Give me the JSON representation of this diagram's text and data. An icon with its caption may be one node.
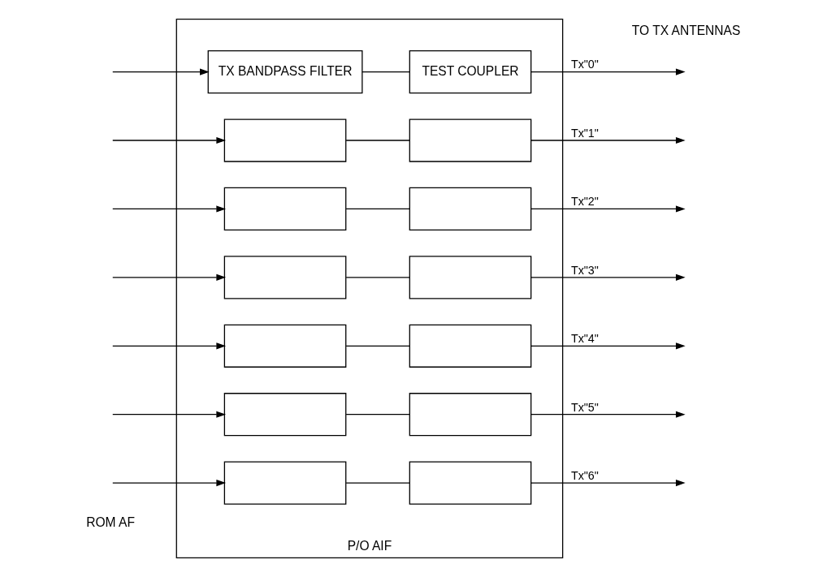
{
  "diagram": {
    "nodes": [
      {
        "text": [
          "P/O AIF"
        ]
      },
      {
        "text": [
          "TX BANDPASS FILTER"
        ],
        "in": 0
      },
      {
        "text": [
          "TEST COUPLER"
        ],
        "in": 0
      },
      {
        "text": [],
        "shape": "box",
        "in": 0
      },
      {
        "text": [],
        "shape": "box",
        "in": 0
      },
      {
        "text": [],
        "shape": "box",
        "in": 0
      },
      {
        "text": [],
        "shape": "box",
        "in": 0
      },
      {
        "text": [],
        "shape": "box",
        "in": 0
      },
      {
        "text": [],
        "shape": "box",
        "in": 0
      },
      {
        "text": [],
        "shape": "box",
        "in": 0
      },
      {
        "text": [],
        "shape": "box",
        "in": 0
      },
      {
        "text": [],
        "shape": "box",
        "in": 0
      },
      {
        "text": [],
        "shape": "box",
        "in": 0
      },
      {
        "text": [],
        "shape": "box",
        "in": 0
      },
      {
        "text": [],
        "shape": "box",
        "in": 0
      }
    ],
    "edges": [
      {
        "from": null,
        "to": 1,
        "arrow": "to"
      },
      {
        "from": 1,
        "to": 2,
        "arrow": "none"
      },
      {
        "from": 2,
        "to": null,
        "arrow": "to",
        "label": "Tx\"0\""
      },
      {
        "from": null,
        "to": 3,
        "arrow": "to"
      },
      {
        "from": 3,
        "to": 4,
        "arrow": "none"
      },
      {
        "from": 4,
        "to": null,
        "arrow": "to",
        "label": "Tx\"1\""
      },
      {
        "from": null,
        "to": 5,
        "arrow": "to"
      },
      {
        "from": 5,
        "to": 6,
        "arrow": "none"
      },
      {
        "from": 6,
        "to": null,
        "arrow": "to",
        "label": "Tx\"2\""
      },
      {
        "from": null,
        "to": 7,
        "arrow": "to"
      },
      {
        "from": 7,
        "to": 8,
        "arrow": "none"
      },
      {
        "from": 8,
        "to": null,
        "arrow": "to",
        "label": "Tx\"3\""
      },
      {
        "from": null,
        "to": 9,
        "arrow": "to"
      },
      {
        "from": 9,
        "to": 10,
        "arrow": "none"
      },
      {
        "from": 10,
        "to": null,
        "arrow": "to",
        "label": "Tx\"4\""
      },
      {
        "from": null,
        "to": 11,
        "arrow": "to"
      },
      {
        "from": 11,
        "to": 12,
        "arrow": "none"
      },
      {
        "from": 12,
        "to": null,
        "arrow": "to",
        "label": "Tx\"5\""
      },
      {
        "from": null,
        "to": 13,
        "arrow": "to"
      },
      {
        "from": 13,
        "to": 14,
        "arrow": "none"
      },
      {
        "from": 14,
        "to": null,
        "arrow": "to",
        "label": "Tx\"6\""
      }
    ],
    "labels": [
      "ROM AF",
      "TO TX ANTENNAS"
    ]
  }
}
